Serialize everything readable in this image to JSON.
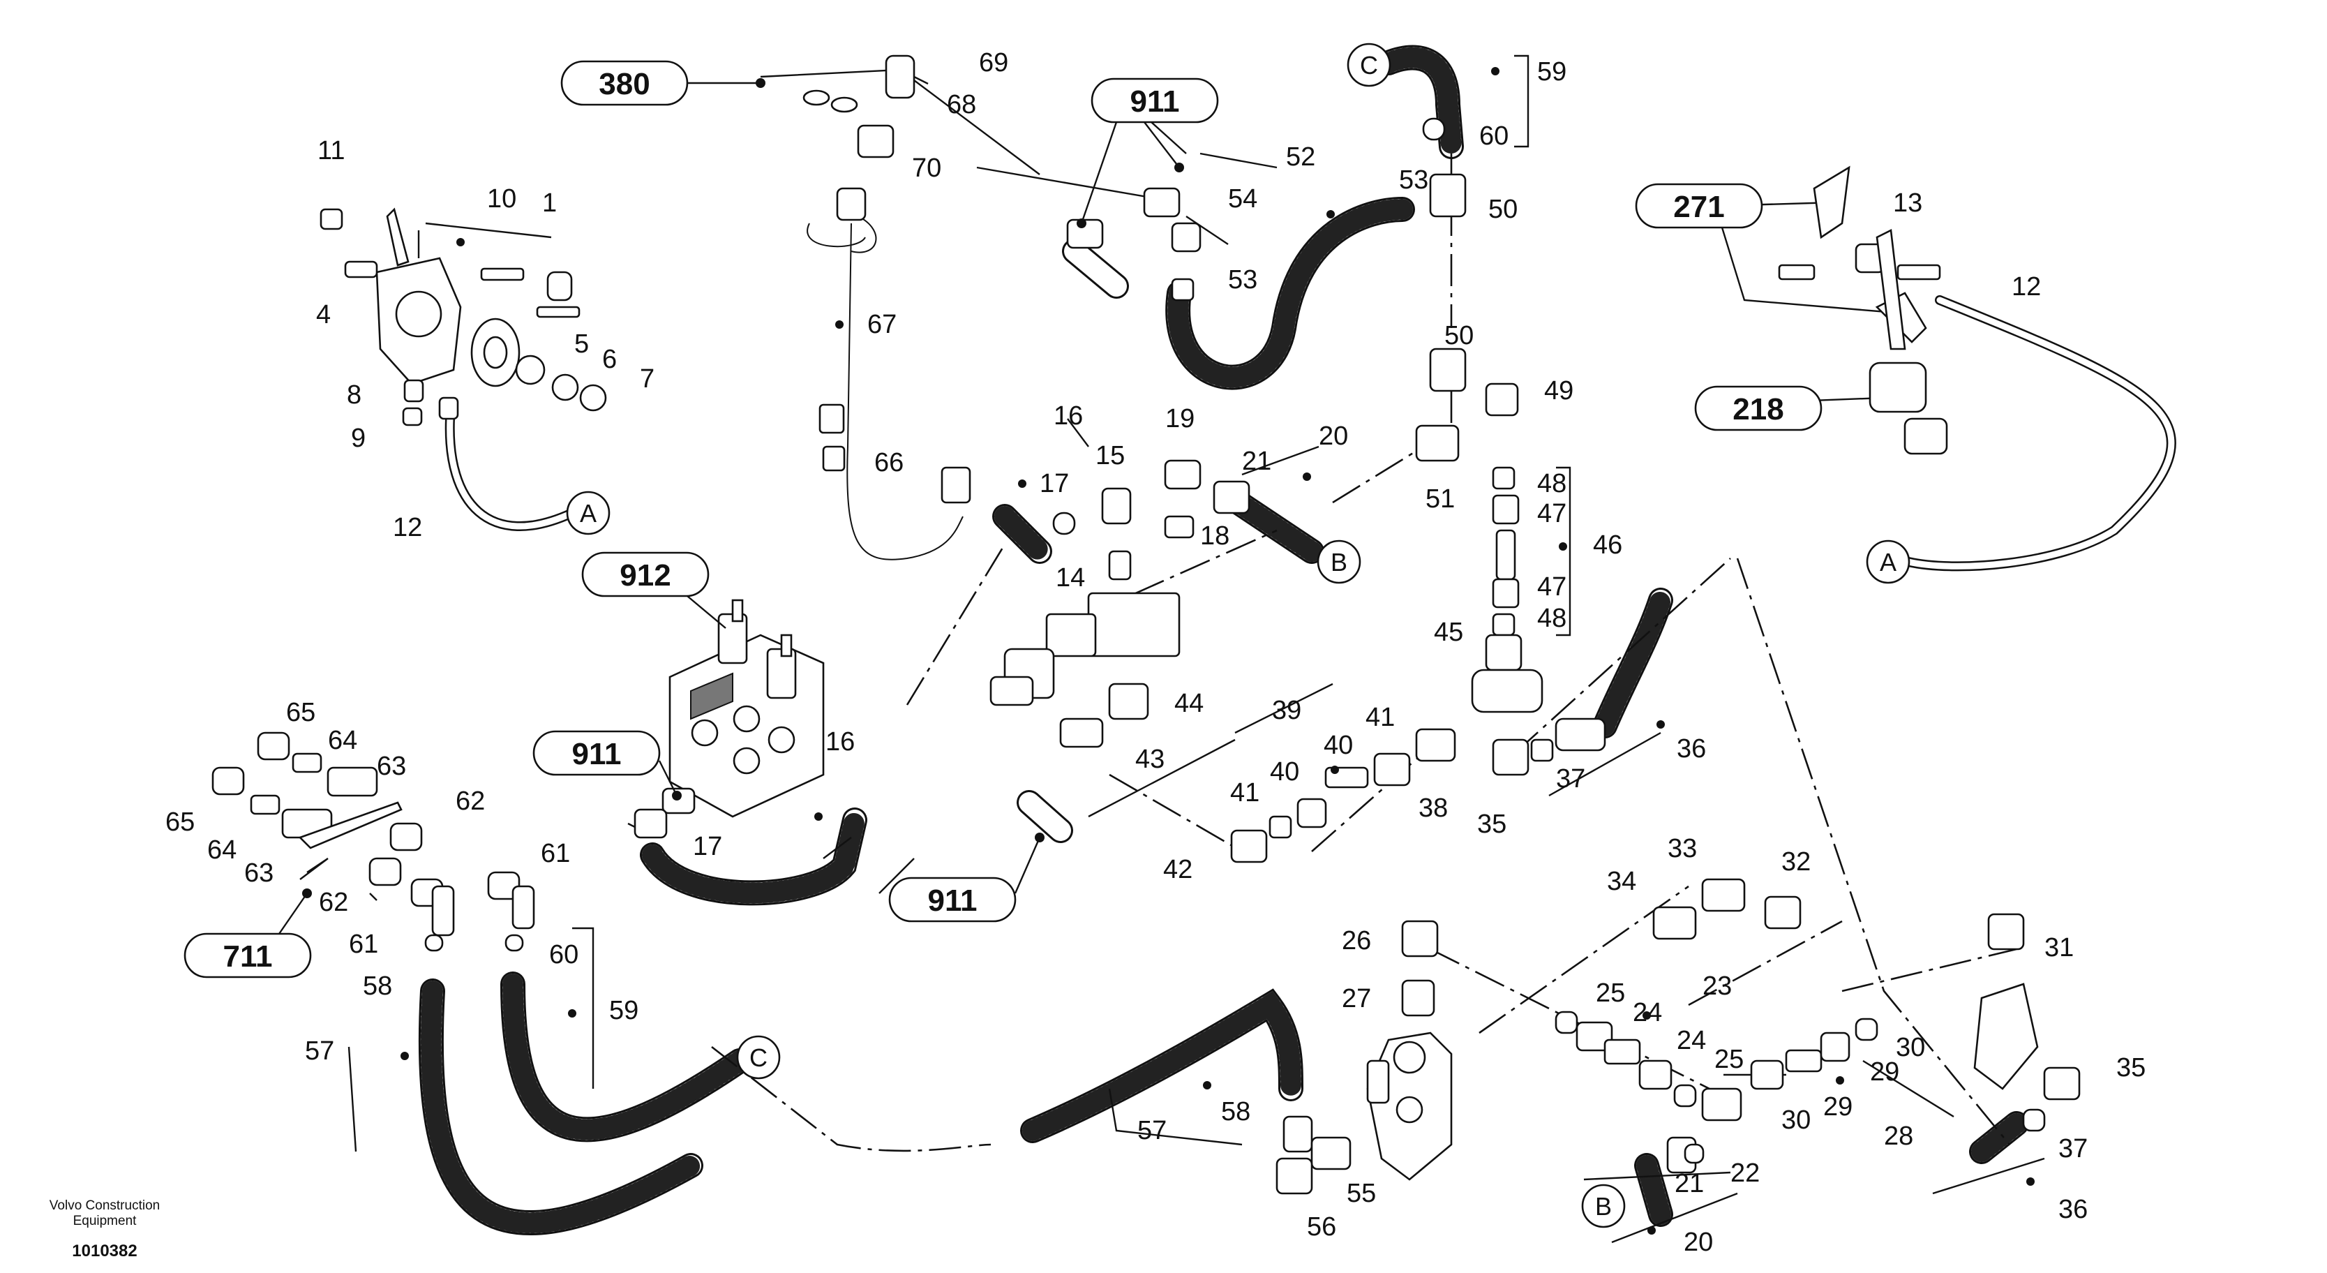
{
  "diagram": {
    "brand_line1": "Volvo Construction",
    "brand_line2": "Equipment",
    "doc_id": "1010382"
  },
  "group_refs": {
    "r380": "380",
    "r911_top": "911",
    "r271": "271",
    "r218": "218",
    "r912": "912",
    "r911_mid": "911",
    "r911_bot": "911",
    "r711": "711"
  },
  "connectors": {
    "A_left": "A",
    "A_right": "A",
    "B_mid": "B",
    "B_bottom": "B",
    "C_top": "C",
    "C_bottom": "C"
  },
  "callouts": {
    "n69": "69",
    "n68": "68",
    "n70": "70",
    "n67": "67",
    "n66": "66",
    "n59_top": "59",
    "n60_top": "60",
    "n50_a": "50",
    "n50_b": "50",
    "n53_a": "53",
    "n53_b": "53",
    "n52": "52",
    "n54": "54",
    "n49": "49",
    "n51": "51",
    "n48_a": "48",
    "n47_a": "47",
    "n46": "46",
    "n47_b": "47",
    "n48_b": "48",
    "n45": "45",
    "n13": "13",
    "n12_right": "12",
    "n11": "11",
    "n10": "10",
    "n1": "1",
    "n4": "4",
    "n5": "5",
    "n6": "6",
    "n7": "7",
    "n8": "8",
    "n9": "9",
    "n12_left": "12",
    "n16_top": "16",
    "n15": "15",
    "n17_top": "17",
    "n19": "19",
    "n21_mid": "21",
    "n20_mid": "20",
    "n18": "18",
    "n14": "14",
    "n44": "44",
    "n43": "43",
    "n16_mid": "16",
    "n17_mid": "17",
    "n39": "39",
    "n41_a": "41",
    "n40_a": "40",
    "n41_b": "41",
    "n40_b": "40",
    "n42": "42",
    "n38": "38",
    "n35_mid": "35",
    "n37_mid": "37",
    "n36_mid": "36",
    "n65_a": "65",
    "n64_a": "64",
    "n63_a": "63",
    "n65_b": "65",
    "n64_b": "64",
    "n63_b": "63",
    "n62_a": "62",
    "n62_b": "62",
    "n61_a": "61",
    "n61_b": "61",
    "n60_bot": "60",
    "n59_bot": "59",
    "n58_left": "58",
    "n57_left": "57",
    "n57_mid": "57",
    "n58_mid": "58",
    "n55": "55",
    "n56": "56",
    "n26": "26",
    "n27": "27",
    "n25_a": "25",
    "n24_a": "24",
    "n23": "23",
    "n24_b": "24",
    "n25_b": "25",
    "n22": "22",
    "n21_bot": "21",
    "n20_bot": "20",
    "n34": "34",
    "n33": "33",
    "n32": "32",
    "n30_a": "30",
    "n29_a": "29",
    "n30_b": "30",
    "n29_b": "29",
    "n28": "28",
    "n31": "31",
    "n35_right": "35",
    "n37_right": "37",
    "n36_right": "36"
  }
}
